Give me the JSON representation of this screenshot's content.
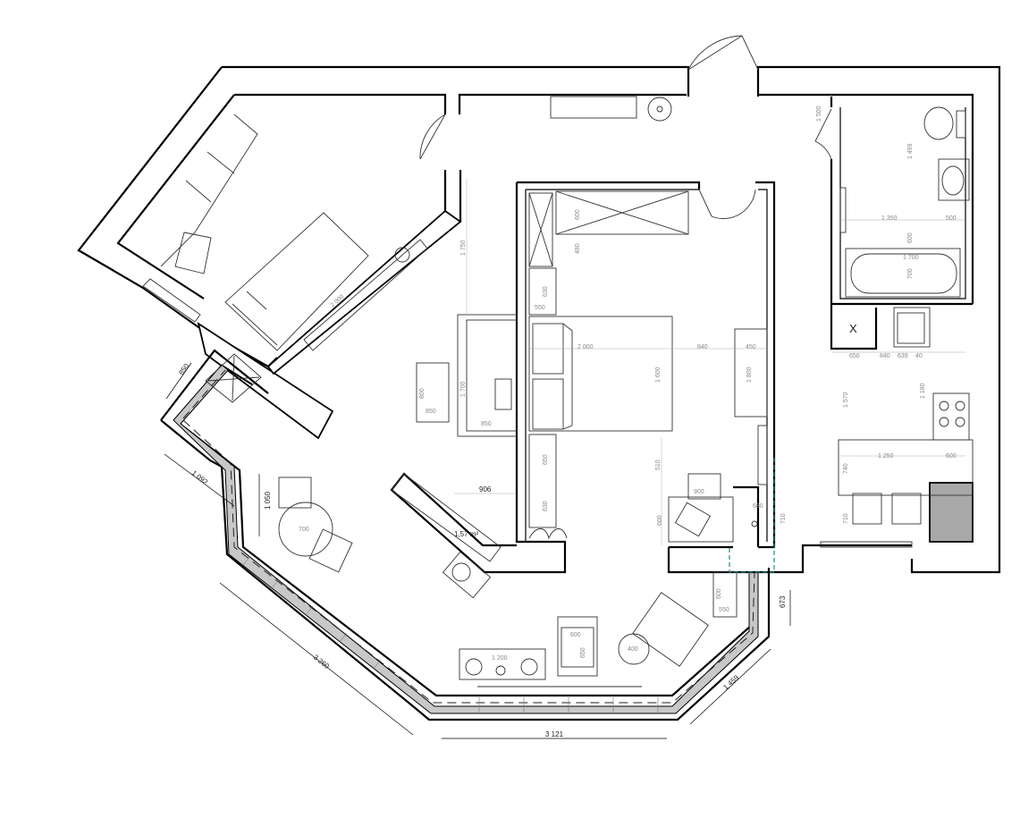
{
  "plan": {
    "dimensions": {
      "d_3260": "3 260",
      "d_3121": "3 121",
      "d_1459": "1 459",
      "d_673": "673",
      "d_1050": "1 050",
      "d_1092": "1 092",
      "d_850_window": "850",
      "d_906": "906",
      "d_1750": "1 750",
      "d_2000_a": "2 000",
      "d_2000_bed": "2 000",
      "d_1700": "1 700",
      "d_850_sofa": "850",
      "d_800": "800",
      "d_850_table": "850",
      "d_900_desk": "900",
      "d_600_desk": "600",
      "d_510": "510",
      "d_1600": "1 600",
      "d_840": "840",
      "d_450": "450",
      "d_1800": "1 800",
      "d_680": "680",
      "d_710": "710",
      "d_600_wardrobe": "600",
      "d_480": "480",
      "d_630": "630",
      "d_550": "550",
      "d_650": "650",
      "d_630b": "630",
      "d_1200": "1 200",
      "d_600_arm": "600",
      "d_650_arm": "650",
      "d_400": "400",
      "d_600_cab": "600",
      "d_550_cab": "550",
      "d_700_table": "700",
      "d_area": "1,57 m²",
      "d_1500": "1 500",
      "d_1499": "1 499",
      "d_1350": "1 350",
      "d_500": "500",
      "d_600_bath": "600",
      "d_1700_bath": "1 700",
      "d_700_bath": "700",
      "d_650_k": "650",
      "d_840_k": "840",
      "d_639": "639",
      "d_40": "40",
      "d_1570": "1 570",
      "d_1180": "1 180",
      "d_1250": "1 250",
      "d_740": "740",
      "d_710_k": "710",
      "d_600_k": "600",
      "d_x": "X"
    }
  }
}
